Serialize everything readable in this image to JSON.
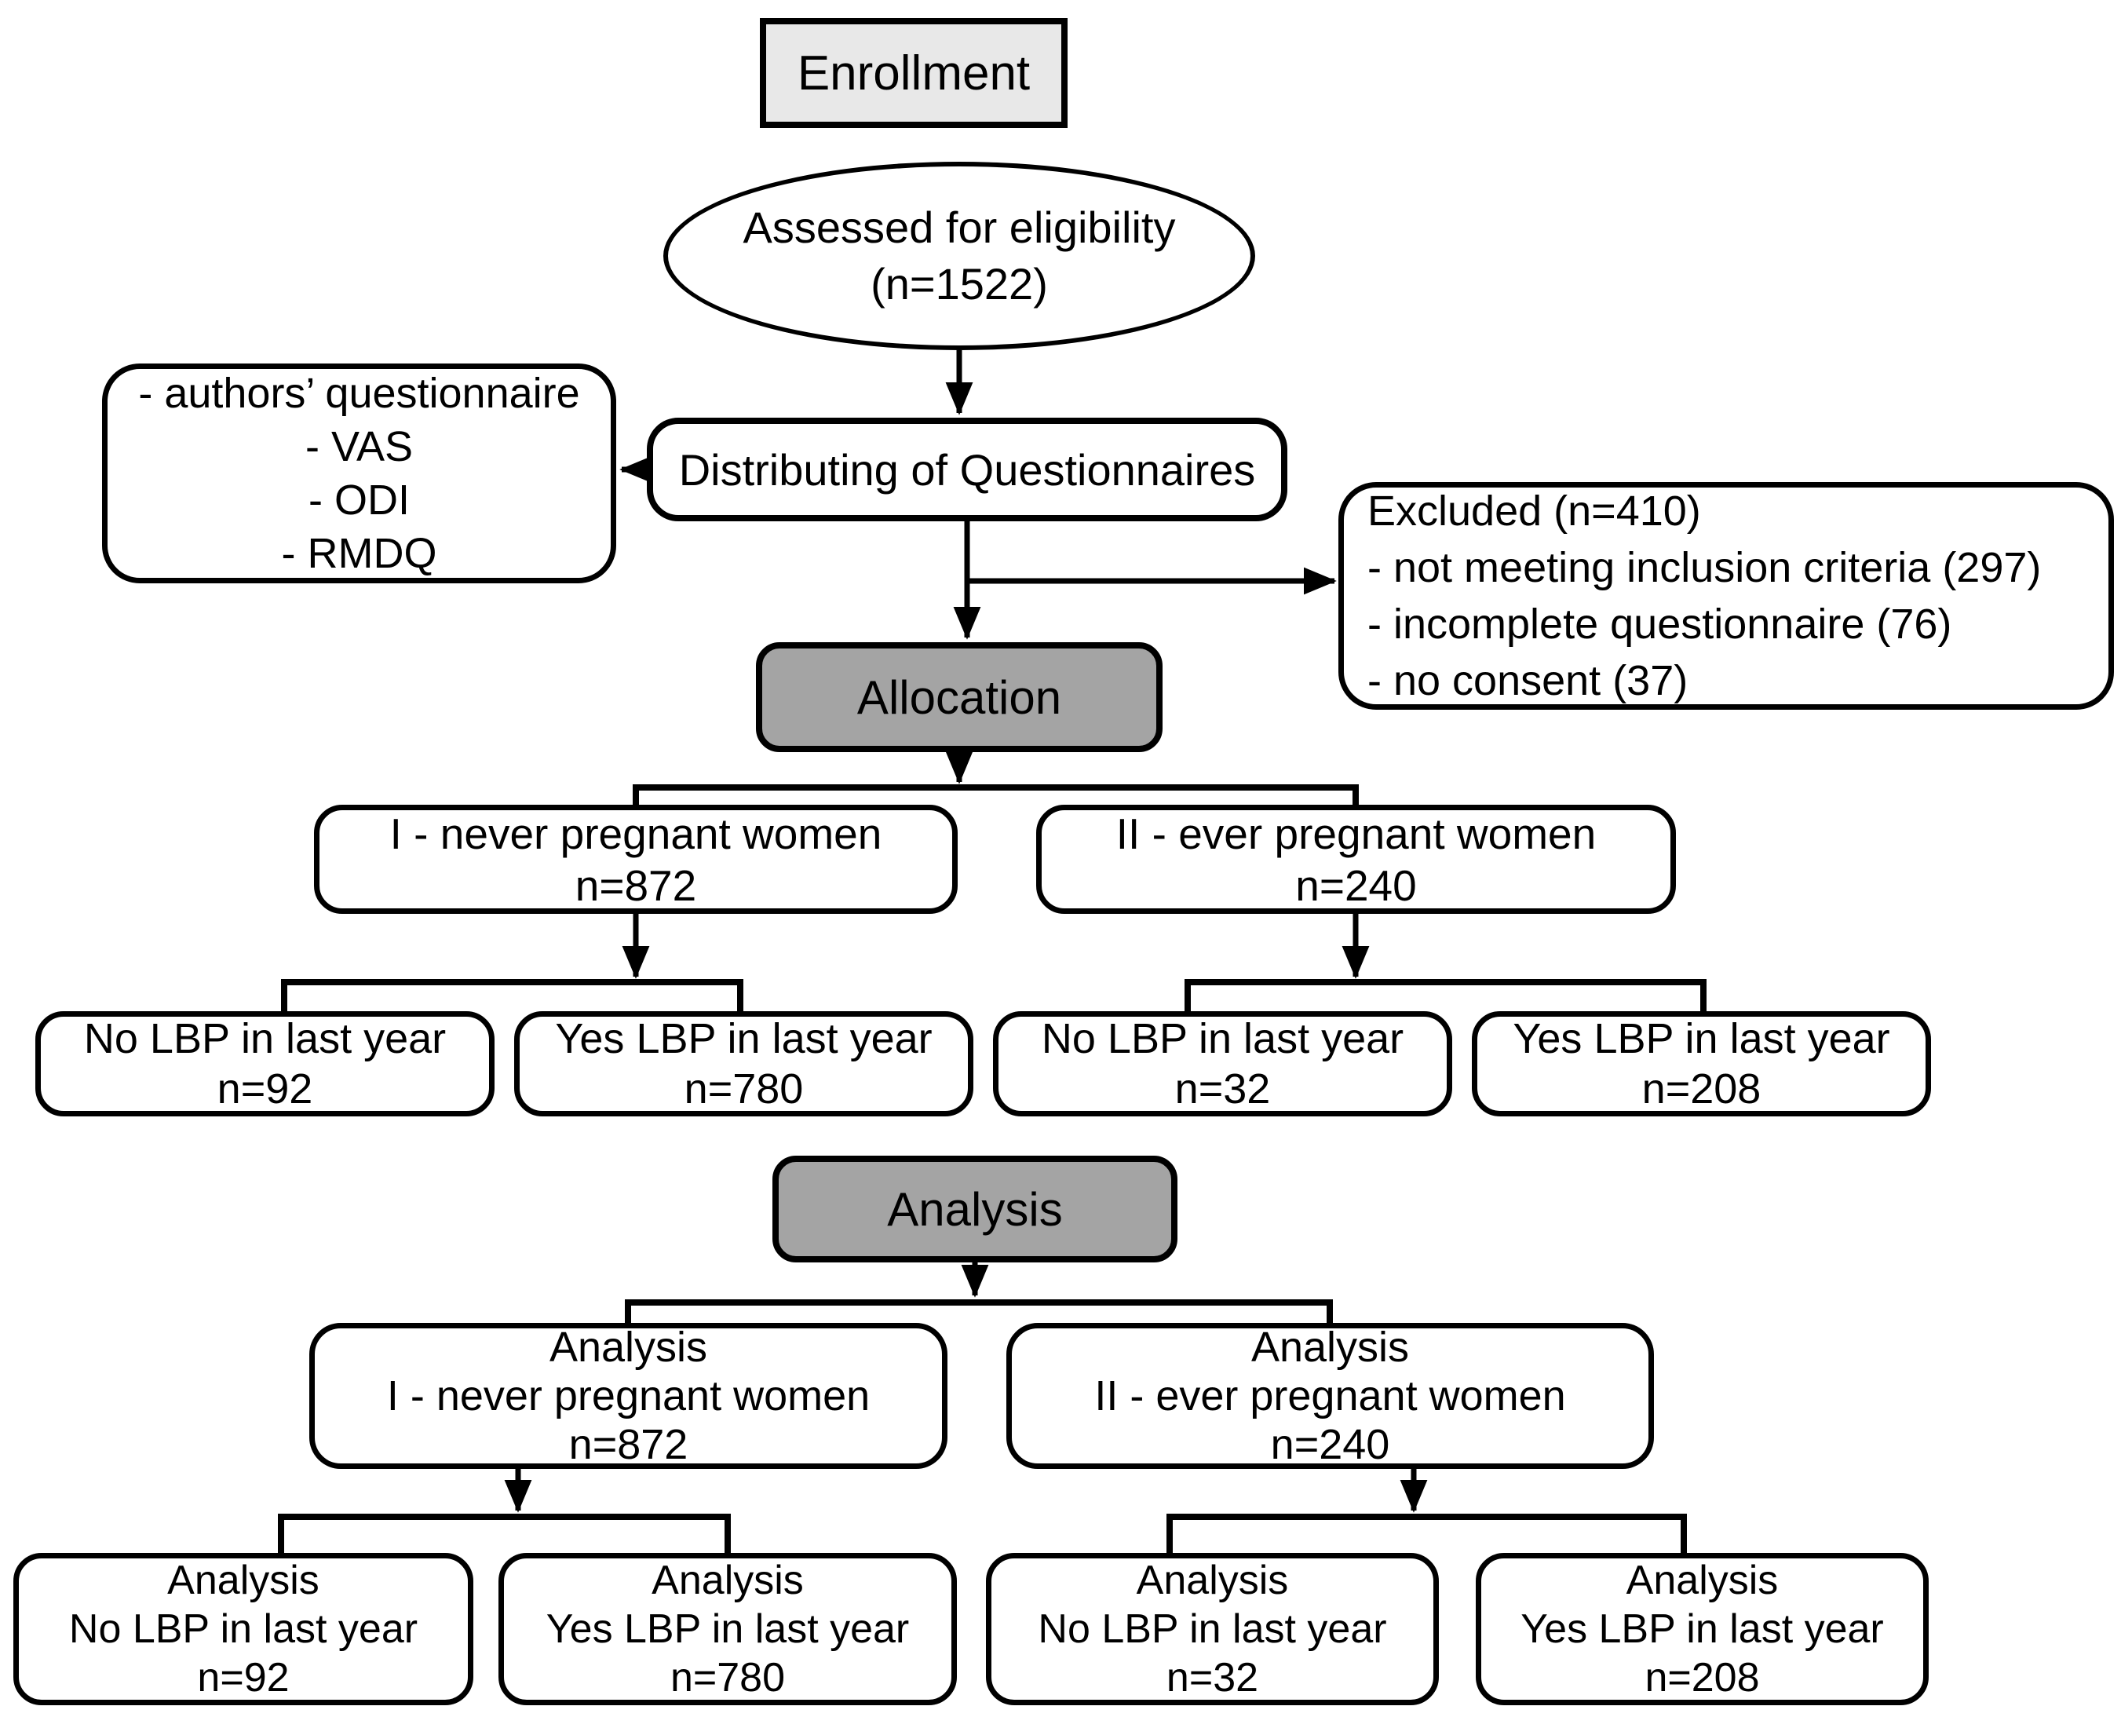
{
  "colors": {
    "stage_light_bg": "#e8e8e8",
    "stage_dark_bg": "#a4a4a4",
    "box_border": "#000000",
    "background": "#ffffff"
  },
  "enrollment": {
    "label": "Enrollment"
  },
  "eligibility": {
    "line1": "Assessed for eligibility",
    "line2": "(n=1522)"
  },
  "questionnaires": {
    "items": [
      "- authors’ questionnaire",
      "- VAS",
      "- ODI",
      "- RMDQ"
    ]
  },
  "distributing": {
    "label": "Distributing of Questionnaires"
  },
  "excluded": {
    "title": "Excluded (n=410)",
    "items": [
      "- not meeting inclusion criteria (297)",
      "- incomplete questionnaire (76)",
      "- no consent (37)"
    ]
  },
  "allocation": {
    "label": "Allocation"
  },
  "groups": [
    {
      "label": "I - never pregnant women",
      "n": "n=872"
    },
    {
      "label": "II - ever pregnant women",
      "n": "n=240"
    }
  ],
  "lbp_boxes": [
    {
      "label": "No LBP in last year",
      "n": "n=92"
    },
    {
      "label": "Yes LBP in last year",
      "n": "n=780"
    },
    {
      "label": "No LBP in last year",
      "n": "n=32"
    },
    {
      "label": "Yes LBP in last year",
      "n": "n=208"
    }
  ],
  "analysis": {
    "label": "Analysis"
  },
  "analysis_groups": [
    {
      "title": "Analysis",
      "label": "I - never pregnant women",
      "n": "n=872"
    },
    {
      "title": "Analysis",
      "label": "II - ever pregnant women",
      "n": "n=240"
    }
  ],
  "analysis_lbp_boxes": [
    {
      "title": "Analysis",
      "label": "No LBP in last year",
      "n": "n=92"
    },
    {
      "title": "Analysis",
      "label": "Yes LBP in last year",
      "n": "n=780"
    },
    {
      "title": "Analysis",
      "label": "No LBP in last year",
      "n": "n=32"
    },
    {
      "title": "Analysis",
      "label": "Yes LBP in last year",
      "n": "n=208"
    }
  ]
}
